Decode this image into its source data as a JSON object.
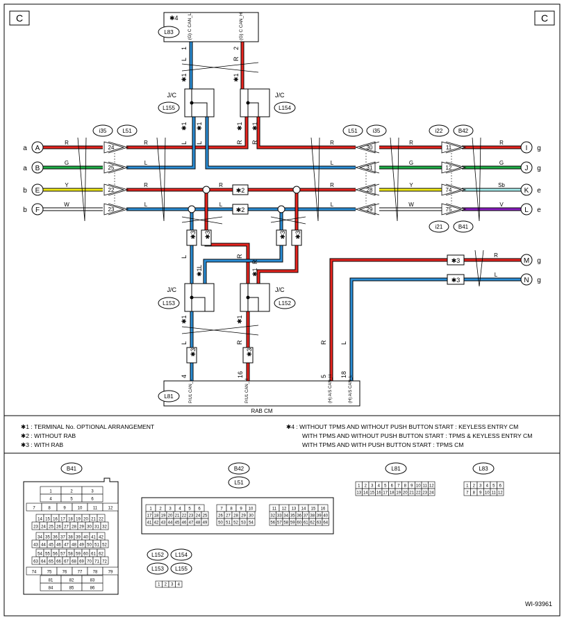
{
  "corner_labels": {
    "left": "C",
    "right": "C"
  },
  "connectors": {
    "top": {
      "ref": "L83",
      "note": "✱4",
      "pins": [
        {
          "num": "1",
          "label": "(G) C\nCAN_L"
        },
        {
          "num": "2",
          "label": "(G) C\nCAN_H"
        }
      ]
    },
    "bottom": {
      "ref": "L81",
      "name": "RAB CM",
      "pins": [
        {
          "num": "4",
          "label": "P/U1\nCAN_L"
        },
        {
          "num": "16",
          "label": "P/U1\nCAN_H"
        },
        {
          "num": "5",
          "label": "(H) A/S\nCAN_H"
        },
        {
          "num": "18",
          "label": "(H) A/S\nCAN_L"
        }
      ]
    },
    "left_refs": [
      "i35",
      "L51"
    ],
    "mid_refs": [
      "L51",
      "i35"
    ],
    "right_refs_top": [
      "i22",
      "B42"
    ],
    "right_refs_bottom": [
      "i21",
      "B41"
    ]
  },
  "jc": [
    {
      "ref": "L155",
      "label": "J/C"
    },
    {
      "ref": "L154",
      "label": "J/C"
    },
    {
      "ref": "L153",
      "label": "J/C"
    },
    {
      "ref": "L152",
      "label": "J/C"
    }
  ],
  "rows": [
    {
      "left_letter": "a",
      "left_circle": "A",
      "left_color": "R",
      "left_pin": "24",
      "mid_color": "R",
      "mid_pin": "30",
      "right_color": "R",
      "right_pin": "11",
      "right_color2": "R",
      "right_circle": "I",
      "right_letter": "g"
    },
    {
      "left_letter": "a",
      "left_circle": "B",
      "left_color": "G",
      "left_pin": "25",
      "mid_color": "L",
      "mid_pin": "31",
      "right_color": "G",
      "right_pin": "12",
      "right_color2": "G",
      "right_circle": "J",
      "right_letter": "g"
    },
    {
      "left_letter": "b",
      "left_circle": "E",
      "left_color": "Y",
      "left_pin": "22",
      "mid_color": "R",
      "mid_pin": "28",
      "right_color": "Y",
      "right_pin": "74",
      "right_color2": "Sb",
      "right_circle": "K",
      "right_letter": "e"
    },
    {
      "left_letter": "b",
      "left_circle": "F",
      "left_color": "W",
      "left_pin": "23",
      "mid_color": "L",
      "mid_pin": "29",
      "right_color": "W",
      "right_pin": "75",
      "right_color2": "V",
      "right_circle": "L",
      "right_letter": "e"
    }
  ],
  "row_e_mid_color": "R",
  "row_f_mid_color": "L",
  "star_labels": {
    "s1": "✱1",
    "s2": "✱2",
    "s3": "✱3"
  },
  "wire_colors": {
    "r": "R",
    "l": "L"
  },
  "right_outputs": [
    {
      "circle": "M",
      "letter": "g",
      "color": "R"
    },
    {
      "circle": "N",
      "letter": "g",
      "color": "L"
    }
  ],
  "notes": {
    "n1": "✱1  : TERMINAL No. OPTIONAL ARRANGEMENT",
    "n2": "✱2  : WITHOUT RAB",
    "n3": "✱3  : WITH RAB",
    "n4a": "✱4  : WITHOUT TPMS AND WITHOUT PUSH BUTTON START  : KEYLESS ENTRY CM",
    "n4b": "WITH TPMS AND WITHOUT PUSH BUTTON START  : TPMS & KEYLESS ENTRY CM",
    "n4c": "WITH TPMS AND WITH PUSH BUTTON START  : TPMS CM"
  },
  "connector_views": {
    "b41": {
      "ref": "B41"
    },
    "b42": {
      "refs": [
        "B42",
        "L51"
      ]
    },
    "l81": {
      "ref": "L81"
    },
    "l83": {
      "ref": "L83"
    },
    "jc": {
      "refs": [
        "L152",
        "L154",
        "L153",
        "L155"
      ]
    }
  },
  "figure_id": "WI-93961",
  "colors": {
    "red": "#e8251f",
    "blue": "#2b8ed6",
    "green": "#1fae47",
    "yellow": "#f2ec16",
    "cyan": "#a6eeee",
    "violet": "#8a1fc2"
  }
}
